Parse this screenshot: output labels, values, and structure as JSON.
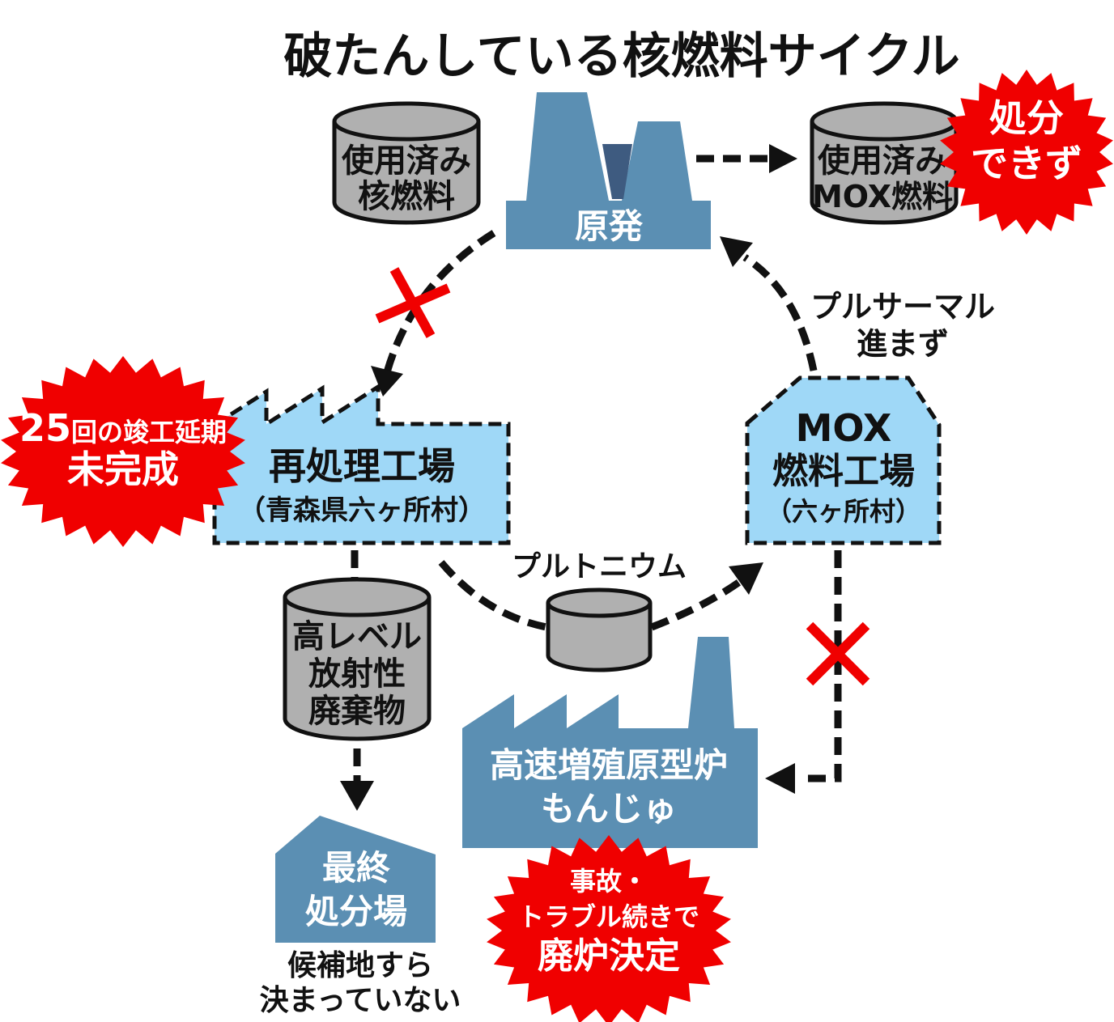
{
  "title": "破たんしている核燃料サイクル",
  "colors": {
    "facility": "#5b8fb3",
    "facility_dark": "#3e5b80",
    "factory_light": "#9fd8f7",
    "container": "#b0b0b0",
    "alert": "#f00000",
    "text": "#111111"
  },
  "nodes": {
    "spent_fuel": {
      "lines": [
        "使用済み",
        "核燃料"
      ]
    },
    "nuclear_plant": {
      "label": "原発"
    },
    "spent_mox": {
      "lines": [
        "使用済み",
        "MOX燃料"
      ]
    },
    "reprocessing": {
      "name": "再処理工場",
      "location": "（青森県六ヶ所村）"
    },
    "mox_factory": {
      "lines": [
        "MOX",
        "燃料工場"
      ],
      "location": "（六ヶ所村）"
    },
    "plutonium": {
      "label": "プルトニウム"
    },
    "hlw": {
      "lines": [
        "高レベル",
        "放射性",
        "廃棄物"
      ]
    },
    "monju": {
      "lines": [
        "高速増殖原型炉",
        "もんじゅ"
      ]
    },
    "disposal": {
      "lines": [
        "最終",
        "処分場"
      ],
      "note": [
        "候補地すら",
        "決まっていない"
      ]
    }
  },
  "annotations": {
    "pluthermal": [
      "プルサーマル",
      "進まず"
    ]
  },
  "alerts": {
    "mox": [
      "処分",
      "できず"
    ],
    "reprocessing": {
      "count": "25",
      "line1_rest": "回の竣工延期",
      "line2": "未完成"
    },
    "monju": [
      "事故・",
      "トラブル続きで",
      "廃炉決定"
    ]
  },
  "blocked_icons": [
    "x-mark",
    "x-mark"
  ]
}
